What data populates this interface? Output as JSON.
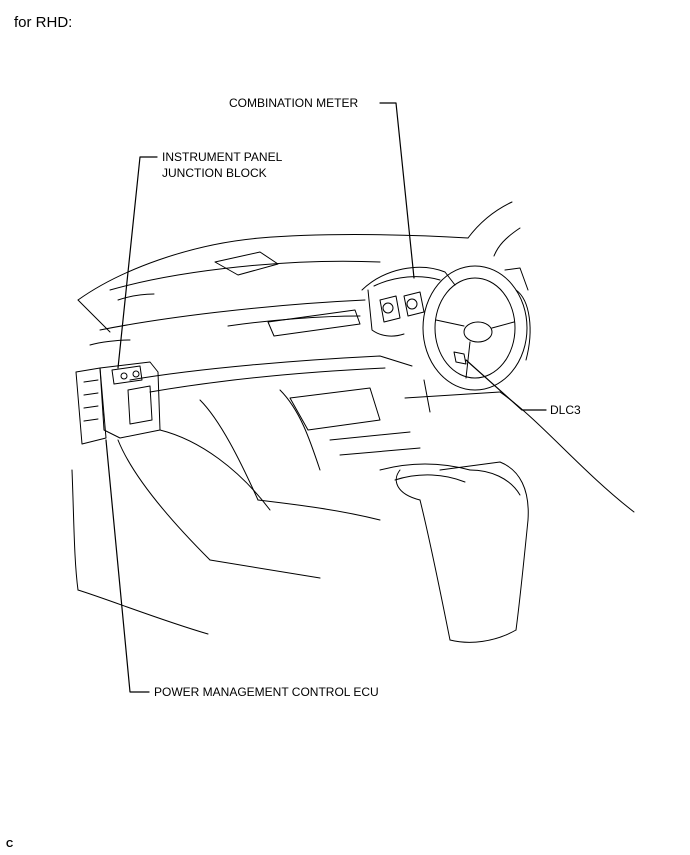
{
  "heading": "for RHD:",
  "labels": {
    "combination_meter": "COMBINATION METER",
    "instrument_panel_junction_block": [
      "INSTRUMENT PANEL",
      "JUNCTION BLOCK"
    ],
    "dlc3": "DLC3",
    "power_management_control_ecu": "POWER MANAGEMENT CONTROL ECU"
  },
  "corner_mark": "C"
}
